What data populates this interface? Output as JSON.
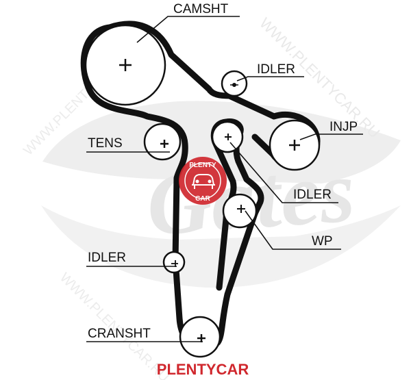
{
  "labels": {
    "camshaft": "CAMSHT",
    "idler_top": "IDLER",
    "injection_pump": "INJP",
    "tensioner": "TENS",
    "idler_mid": "IDLER",
    "water_pump": "WP",
    "idler_low": "IDLER",
    "crankshaft": "CRANSHT"
  },
  "watermark": {
    "brand_logo_text": "Gates",
    "site_text": "WWW.PLENTYCAR.RU"
  },
  "badge": {
    "top_text": "PLENTY",
    "bottom_text": "CAR"
  },
  "footer": {
    "brand": "PLENTYCAR"
  },
  "colors": {
    "belt": "#111111",
    "text": "#111111",
    "brand_red": "#d0282e",
    "watermark_gray": "#e8e8e8"
  }
}
